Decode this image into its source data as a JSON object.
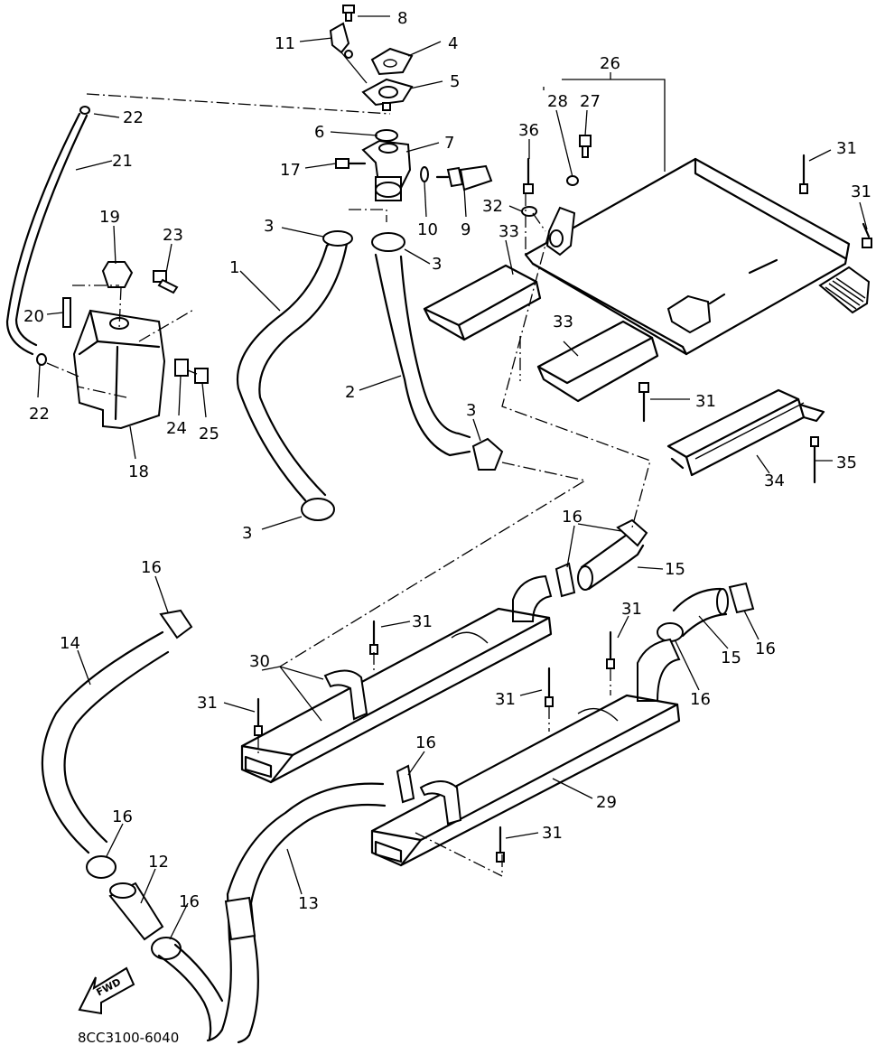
{
  "diagram_code": "8CC3100-6040",
  "fwd_label": "FWD",
  "callouts": [
    {
      "id": "c8",
      "label": "8"
    },
    {
      "id": "c11",
      "label": "11"
    },
    {
      "id": "c4",
      "label": "4"
    },
    {
      "id": "c5",
      "label": "5"
    },
    {
      "id": "c22a",
      "label": "22"
    },
    {
      "id": "c6",
      "label": "6"
    },
    {
      "id": "c7",
      "label": "7"
    },
    {
      "id": "c17",
      "label": "17"
    },
    {
      "id": "c26",
      "label": "26"
    },
    {
      "id": "c28",
      "label": "28"
    },
    {
      "id": "c27",
      "label": "27"
    },
    {
      "id": "c36",
      "label": "36"
    },
    {
      "id": "c21",
      "label": "21"
    },
    {
      "id": "c10",
      "label": "10"
    },
    {
      "id": "c9",
      "label": "9"
    },
    {
      "id": "c32",
      "label": "32"
    },
    {
      "id": "c33a",
      "label": "33"
    },
    {
      "id": "c3a",
      "label": "3"
    },
    {
      "id": "c3b",
      "label": "3"
    },
    {
      "id": "c1",
      "label": "1"
    },
    {
      "id": "c19",
      "label": "19"
    },
    {
      "id": "c23",
      "label": "23"
    },
    {
      "id": "c20",
      "label": "20"
    },
    {
      "id": "c22b",
      "label": "22"
    },
    {
      "id": "c24",
      "label": "24"
    },
    {
      "id": "c25",
      "label": "25"
    },
    {
      "id": "c18",
      "label": "18"
    },
    {
      "id": "c2",
      "label": "2"
    },
    {
      "id": "c3c",
      "label": "3"
    },
    {
      "id": "c3d",
      "label": "3"
    },
    {
      "id": "c31a",
      "label": "31"
    },
    {
      "id": "c31b",
      "label": "31"
    },
    {
      "id": "c31c",
      "label": "31"
    },
    {
      "id": "c33b",
      "label": "33"
    },
    {
      "id": "c34",
      "label": "34"
    },
    {
      "id": "c35",
      "label": "35"
    },
    {
      "id": "c16a",
      "label": "16"
    },
    {
      "id": "c15a",
      "label": "15"
    },
    {
      "id": "c16b",
      "label": "16"
    },
    {
      "id": "c14",
      "label": "14"
    },
    {
      "id": "c31d",
      "label": "31"
    },
    {
      "id": "c31e",
      "label": "31"
    },
    {
      "id": "c15b",
      "label": "15"
    },
    {
      "id": "c16c",
      "label": "16"
    },
    {
      "id": "c30",
      "label": "30"
    },
    {
      "id": "c31f",
      "label": "31"
    },
    {
      "id": "c31g",
      "label": "31"
    },
    {
      "id": "c16d",
      "label": "16"
    },
    {
      "id": "c16e",
      "label": "16"
    },
    {
      "id": "c29",
      "label": "29"
    },
    {
      "id": "c16f",
      "label": "16"
    },
    {
      "id": "c12",
      "label": "12"
    },
    {
      "id": "c31h",
      "label": "31"
    },
    {
      "id": "c16g",
      "label": "16"
    },
    {
      "id": "c13",
      "label": "13"
    }
  ]
}
